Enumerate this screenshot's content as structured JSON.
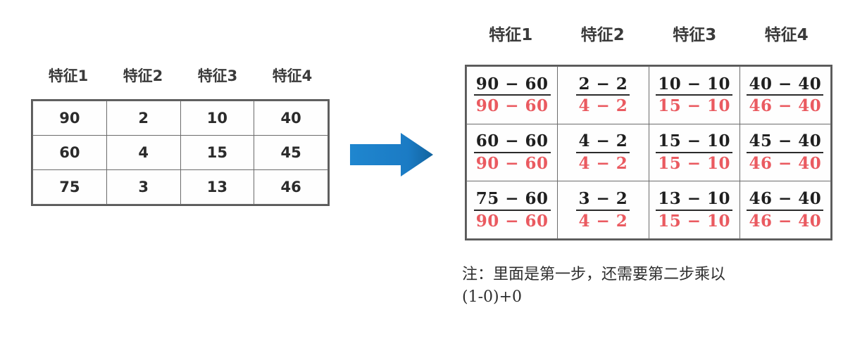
{
  "colors": {
    "arrow_blue": "#1b7bc4",
    "arrow_blue_dark": "#156ba8",
    "red_denominator": "#ea5a60",
    "numerator_black": "#1f1f1f",
    "border_gray": "#6b6b6b",
    "background": "#ffffff"
  },
  "left_table": {
    "headers": [
      "特征1",
      "特征2",
      "特征3",
      "特征4"
    ],
    "rows": [
      [
        "90",
        "2",
        "10",
        "40"
      ],
      [
        "60",
        "4",
        "15",
        "45"
      ],
      [
        "75",
        "3",
        "13",
        "46"
      ]
    ]
  },
  "arrow": {
    "icon": "right-arrow-icon",
    "direction": "right"
  },
  "right_table": {
    "headers": [
      "特征1",
      "特征2",
      "特征3",
      "特征4"
    ],
    "rows": [
      [
        {
          "numerator": "90 − 60",
          "denominator": "90 − 60"
        },
        {
          "numerator": "2 − 2",
          "denominator": "4 − 2"
        },
        {
          "numerator": "10 − 10",
          "denominator": "15 − 10"
        },
        {
          "numerator": "40 − 40",
          "denominator": "46 − 40"
        }
      ],
      [
        {
          "numerator": "60 − 60",
          "denominator": "90 − 60"
        },
        {
          "numerator": "4 − 2",
          "denominator": "4 − 2"
        },
        {
          "numerator": "15 − 10",
          "denominator": "15 − 10"
        },
        {
          "numerator": "45 − 40",
          "denominator": "46 − 40"
        }
      ],
      [
        {
          "numerator": "75 − 60",
          "denominator": "90 − 60"
        },
        {
          "numerator": "3 − 2",
          "denominator": "4 − 2"
        },
        {
          "numerator": "13 − 10",
          "denominator": "15 − 10"
        },
        {
          "numerator": "46 − 40",
          "denominator": "46 − 40"
        }
      ]
    ]
  },
  "caption": {
    "line1": "注：里面是第一步，还需要第二步乘以",
    "line2": "(1-0)+0"
  }
}
